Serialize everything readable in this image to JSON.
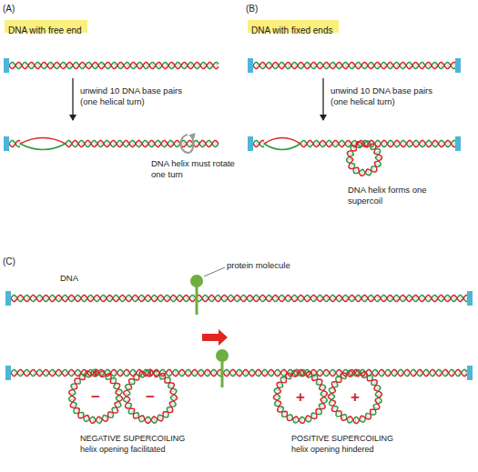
{
  "diagram": {
    "nodes": [
      {
        "text": [
          "DNA with free end"
        ]
      },
      {
        "text": [
          "DNA with fixed ends"
        ]
      }
    ],
    "labels": [
      "(A)",
      "unwind 10 DNA base pairs (one helical turn)",
      "DNA helix must rotate one turn",
      "(B)",
      "unwind 10 DNA base pairs (one helical turn)",
      "DNA helix forms one supercoil",
      "(C)",
      "DNA",
      "protein molecule",
      "−",
      "−",
      "+",
      "+",
      "NEGATIVE SUPERCOILING",
      "helix opening facilitated",
      "POSITIVE SUPERCOILING",
      "helix opening hindered"
    ]
  }
}
